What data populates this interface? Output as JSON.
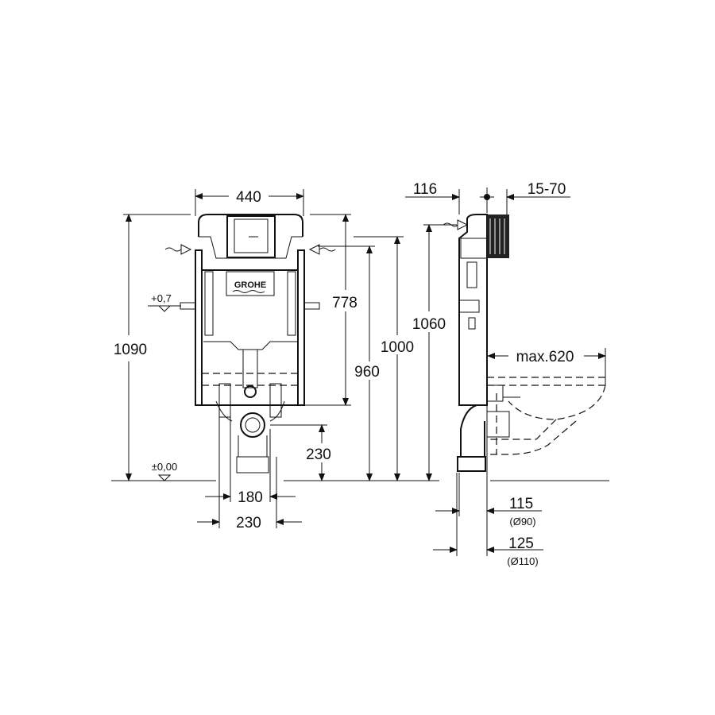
{
  "front_view": {
    "brand": "GROHE",
    "dims": {
      "width_top": "440",
      "height_total": "1090",
      "height_778": "778",
      "height_960": "960",
      "height_1000": "1000",
      "outlet_height": "230",
      "feet_inner": "180",
      "feet_outer": "230"
    },
    "levels": {
      "upper": "+0,7",
      "floor": "±0,00"
    }
  },
  "side_view": {
    "dims": {
      "depth_top": "116",
      "wall_offset": "15-70",
      "height_1060": "1060",
      "max_projection": "max.620",
      "depth_115": "115",
      "pipe_90": "(Ø90)",
      "depth_125": "125",
      "pipe_110": "(Ø110)"
    }
  }
}
